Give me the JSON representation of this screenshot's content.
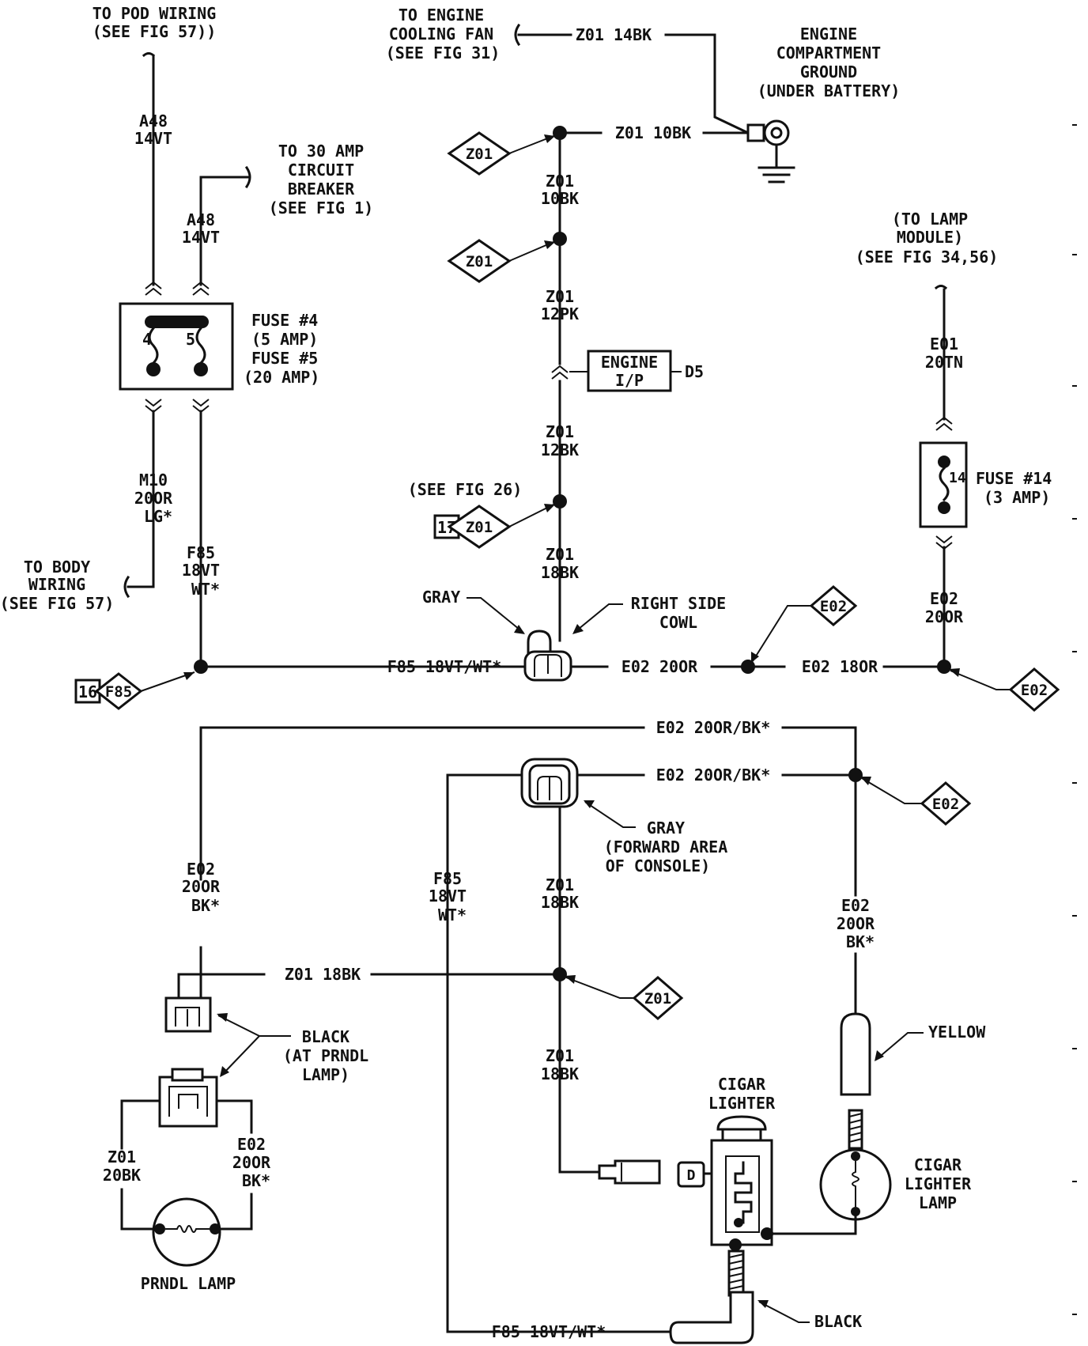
{
  "labels": {
    "pod": [
      "TO POD WIRING",
      "(SEE FIG 57))"
    ],
    "cooling_fan": [
      "TO ENGINE",
      "COOLING FAN",
      "(SEE FIG 31)"
    ],
    "ground": [
      "ENGINE",
      "COMPARTMENT",
      "GROUND",
      "(UNDER BATTERY)"
    ],
    "breaker": [
      "TO 30 AMP",
      "CIRCUIT",
      "BREAKER",
      "(SEE FIG 1)"
    ],
    "lamp_module": [
      "(TO LAMP",
      "MODULE)",
      "(SEE FIG 34,56)"
    ],
    "fuse45": [
      "FUSE #4",
      "(5 AMP)",
      "FUSE #5",
      "(20 AMP)"
    ],
    "fuse14": [
      "FUSE #14",
      "(3 AMP)"
    ],
    "body_wiring": [
      "TO BODY",
      "WIRING",
      "(SEE FIG 57)"
    ],
    "see_fig_26": "(SEE FIG 26)",
    "gray": "GRAY",
    "right_cowl": [
      "RIGHT SIDE",
      "COWL"
    ],
    "gray_console": [
      "GRAY",
      "(FORWARD AREA",
      "OF CONSOLE)"
    ],
    "black_prndl": [
      "BLACK",
      "(AT PRNDL",
      "LAMP)"
    ],
    "yellow": "YELLOW",
    "black": "BLACK",
    "cigar_lighter": [
      "CIGAR",
      "LIGHTER"
    ],
    "cigar_lighter_lamp": [
      "CIGAR",
      "LIGHTER",
      "LAMP"
    ],
    "prndl_lamp": "PRNDL LAMP",
    "engine_ip": [
      "ENGINE",
      "I/P"
    ],
    "d5": "D5"
  },
  "wires": {
    "a48_left": [
      "A48",
      "14VT"
    ],
    "a48_right": [
      "A48",
      "14VT"
    ],
    "m10": [
      "M10",
      "20OR",
      "LG*"
    ],
    "f85_upper": [
      "F85",
      "18VT",
      "WT*"
    ],
    "f85_horizontal": "F85 18VT/WT*",
    "z01_14bk": "Z01 14BK",
    "z01_10bk_h": "Z01 10BK",
    "z01_10bk_v": [
      "Z01",
      "10BK"
    ],
    "z01_12pk": [
      "Z01",
      "12PK"
    ],
    "z01_12bk": [
      "Z01",
      "12BK"
    ],
    "z01_18bk_cowl": [
      "Z01",
      "18BK"
    ],
    "e02_20or_h": "E02 20OR",
    "e02_18or": "E02 18OR",
    "e01_20tn": [
      "E01",
      "20TN"
    ],
    "e02_20or_v": [
      "E02",
      "20OR"
    ],
    "e02_bk_top": "E02 20OR/BK*",
    "e02_bk_mid": "E02 20OR/BK*",
    "e02_left": [
      "E02",
      "20OR",
      "BK*"
    ],
    "f85_lower": [
      "F85",
      "18VT",
      "WT*"
    ],
    "z01_18bk_console": [
      "Z01",
      "18BK"
    ],
    "z01_18bk_h": "Z01 18BK",
    "z01_18bk_lower": [
      "Z01",
      "18BK"
    ],
    "e02_right": [
      "E02",
      "20OR",
      "BK*"
    ],
    "z01_20bk": [
      "Z01",
      "20BK"
    ],
    "e02_prndl": [
      "E02",
      "20OR",
      "BK*"
    ],
    "f85_bottom": "F85 18VT/WT*"
  },
  "connectors": {
    "z01": "Z01",
    "e02": "E02",
    "f85": "F85",
    "pin16": "16",
    "pin17": "17",
    "fuse4_num": "4",
    "fuse5_num": "5",
    "fuse14_num": "14",
    "lighter_d": "D"
  }
}
